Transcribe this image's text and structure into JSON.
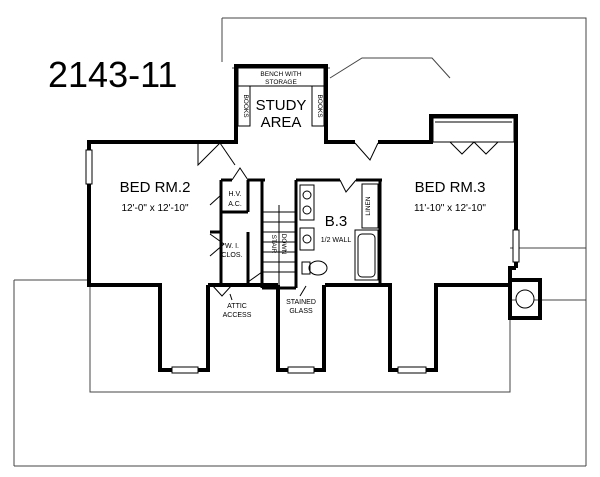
{
  "plan": {
    "number": "2143-11",
    "rooms": {
      "bed2": {
        "name": "BED RM.2",
        "size": "12'-0\" x 12'-10\""
      },
      "bed3": {
        "name": "BED RM.3",
        "size": "11'-10\" x 12'-10\""
      },
      "study_line1": "STUDY",
      "study_line2": "AREA",
      "bath": "B.3",
      "half_wall": "1/2 WALL",
      "hvac_line1": "H.V.",
      "hvac_line2": "A.C.",
      "wic_line1": "W. I.",
      "wic_line2": "CLOS.",
      "linen": "LINEN",
      "stair_line1": "STAIR",
      "stair_line2": "DOWN",
      "bench_line1": "BENCH WITH",
      "bench_line2": "STORAGE",
      "books": "BOOKS",
      "attic_line1": "ATTIC",
      "attic_line2": "ACCESS",
      "glass_line1": "STAINED",
      "glass_line2": "GLASS"
    }
  }
}
